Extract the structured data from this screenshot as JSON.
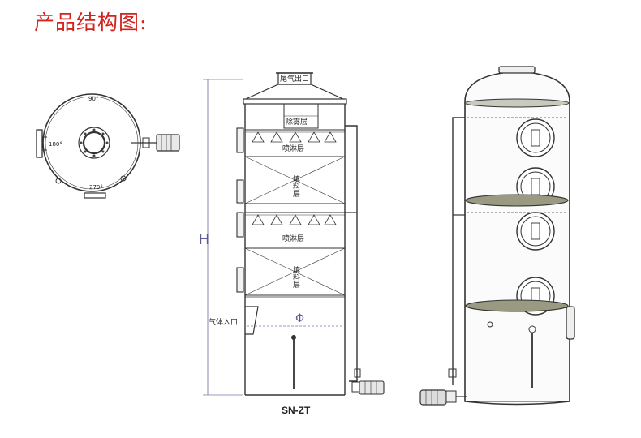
{
  "title": "产品结构图:",
  "top_view": {
    "angle_top": "90°",
    "angle_left": "180°",
    "angle_bottom": "270°"
  },
  "side_view": {
    "outlet_label": "尾气出口",
    "mist_layer": "除雾层",
    "spray_layer_1": "喷淋层",
    "packing_layer_1": "填料层",
    "spray_layer_2": "喷淋层",
    "packing_layer_2": "填料层",
    "inlet_label": "气体入口",
    "height_symbol": "H",
    "diameter_symbol": "Φ",
    "model": "SN-ZT"
  },
  "colors": {
    "title": "#d2231f",
    "line": "#333333",
    "dimension": "#7a7aa8",
    "tray": "#9a9a82"
  }
}
